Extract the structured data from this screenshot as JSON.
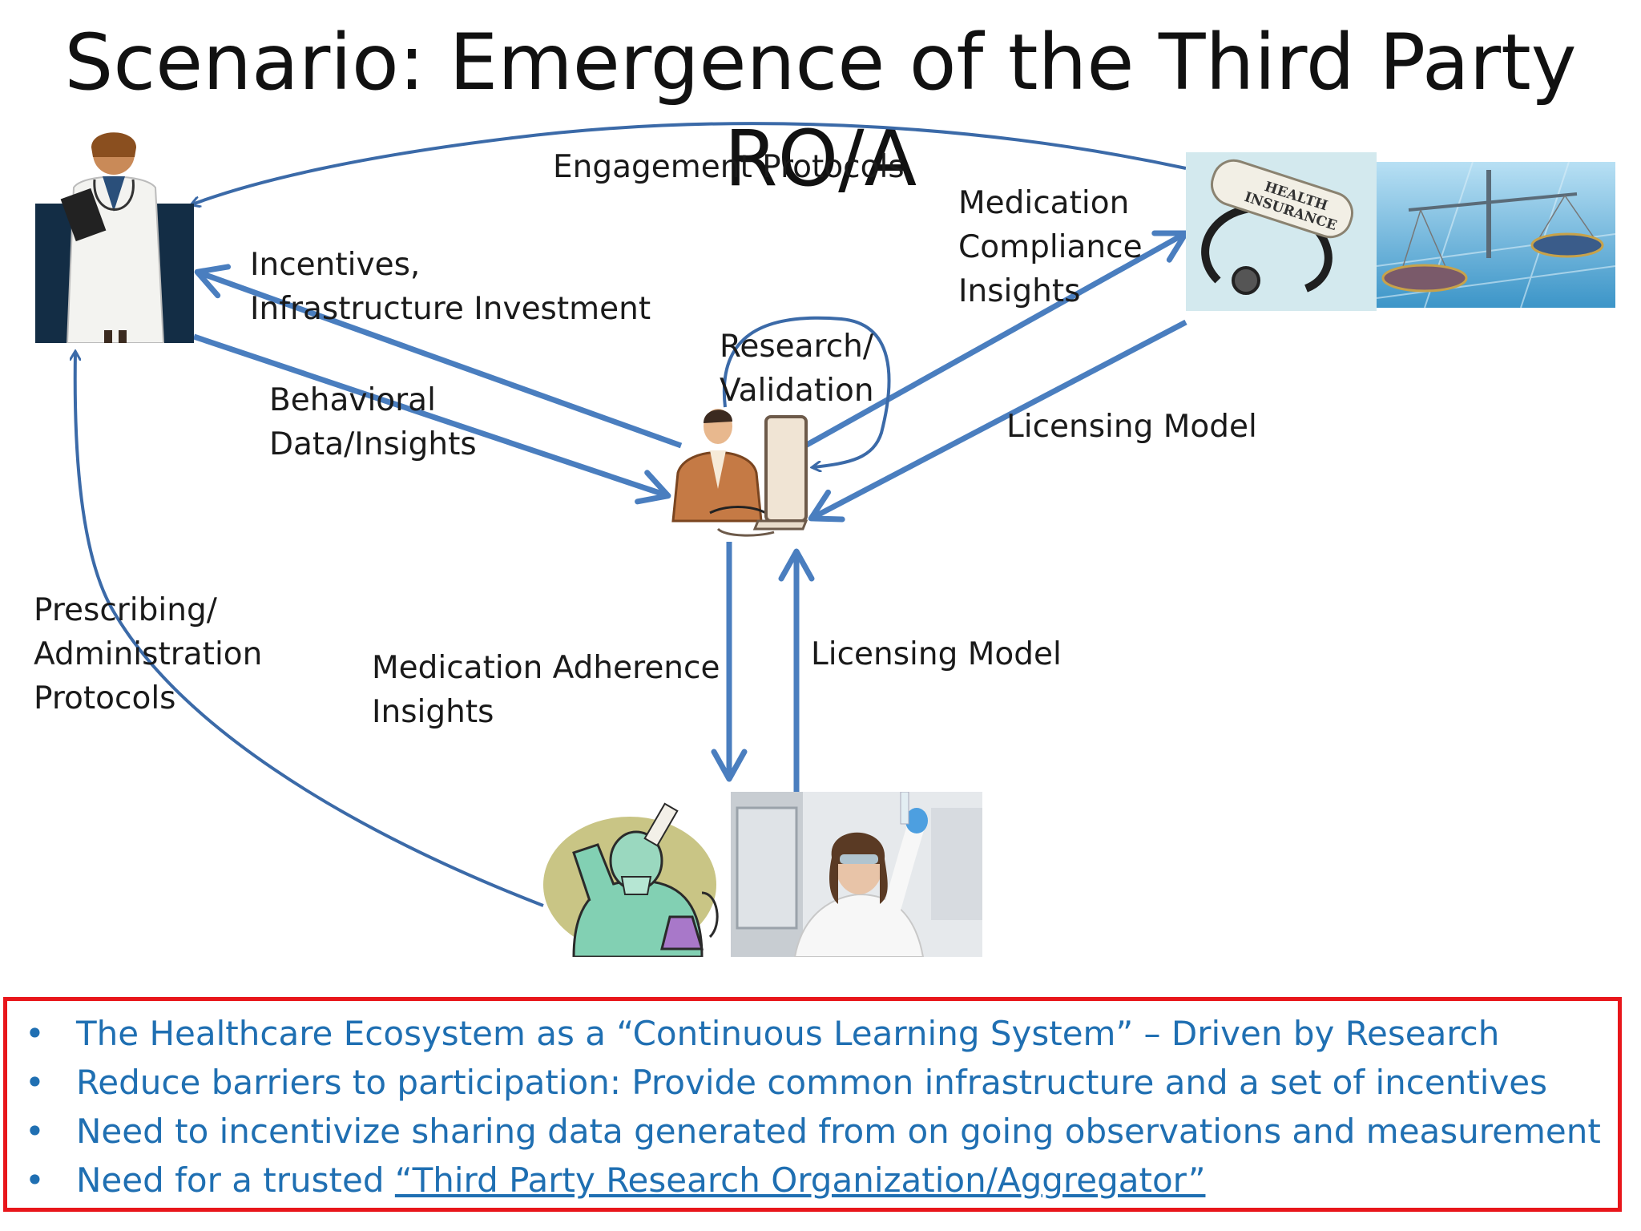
{
  "title": "Scenario: Emergence of the Third Party RO/A",
  "labels": {
    "engagement": "Engagement Protocols",
    "incentives_1": "Incentives,",
    "incentives_2": "Infrastructure Investment",
    "behavioral_1": "Behavioral",
    "behavioral_2": "Data/Insights",
    "research_1": "Research/",
    "research_2": "Validation",
    "compliance_1": "Medication",
    "compliance_2": "Compliance",
    "compliance_3": "Insights",
    "licensing_top": "Licensing Model",
    "licensing_bottom": "Licensing Model",
    "adherence_1": "Medication Adherence",
    "adherence_2": "Insights",
    "prescribing_1": "Prescribing/",
    "prescribing_2": "Administration",
    "prescribing_3": "Protocols"
  },
  "images": {
    "insurance_text_1": "HEALTH",
    "insurance_text_2": "INSURANCE"
  },
  "bullets": {
    "marker": "•",
    "items": [
      "The Healthcare Ecosystem as a “Continuous Learning System” – Driven by Research",
      "Reduce barriers to participation: Provide common infrastructure and a set of incentives",
      "Need to incentivize sharing data generated from on going observations and measurement"
    ],
    "last_prefix": "Need for a trusted ",
    "last_link": "“Third Party Research Organization/Aggregator”"
  },
  "colors": {
    "arrow": "#4a7ebf",
    "arrow_dark": "#3b6aa8",
    "bullet_text": "#1f6fb2",
    "box_border": "#e8161b"
  }
}
